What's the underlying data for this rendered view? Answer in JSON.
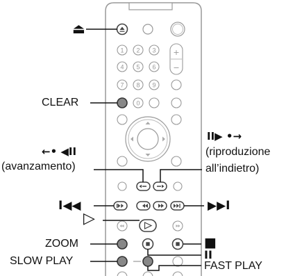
{
  "remote": {
    "number_keys": [
      "1",
      "2",
      "3",
      "4",
      "5",
      "6",
      "7",
      "8",
      "9",
      "0"
    ],
    "plus_key": "+",
    "minus_key": "−"
  },
  "callouts": {
    "eject_symbol": "⏏",
    "clear": "CLEAR",
    "step_back_symbol": "←• ◀II",
    "step_back_text": "(avanzamento)",
    "step_forward_symbol": "II▶ •→",
    "step_forward_text_line1": "(riproduzione",
    "step_forward_text_line2": "all’indietro)",
    "prev_symbol": "I◀◀",
    "next_symbol": "▶▶I",
    "play_symbol": "▷",
    "zoom": "ZOOM",
    "stop_symbol": "■",
    "slow_play": "SLOW PLAY",
    "pause_symbol": "II",
    "fast_play": "FAST PLAY"
  }
}
